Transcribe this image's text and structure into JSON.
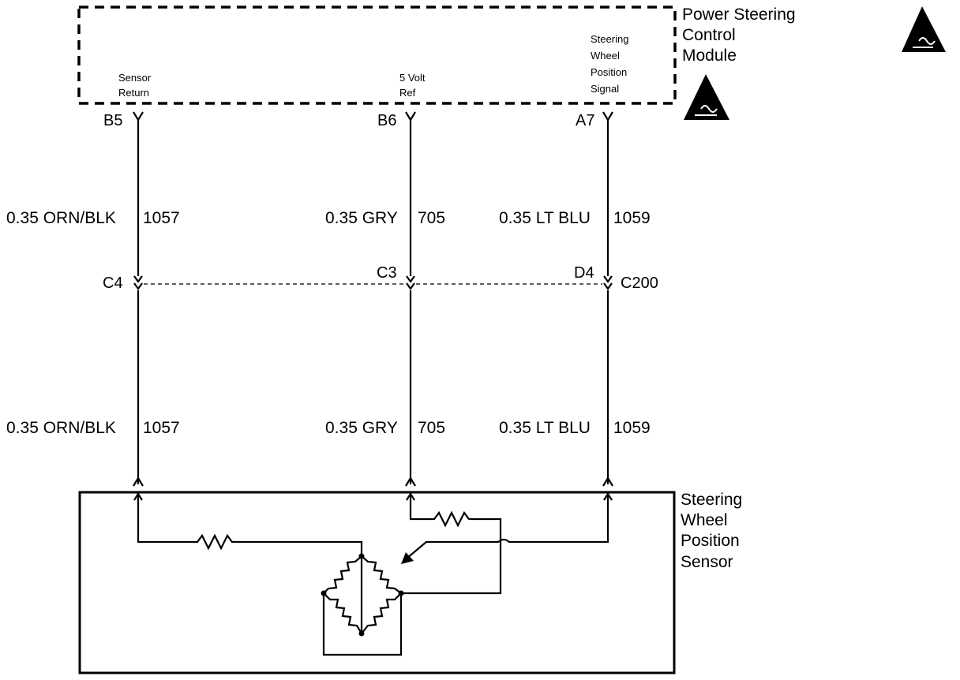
{
  "module": {
    "name_lines": [
      "Power Steering",
      "Control",
      "Module"
    ],
    "circuits": [
      {
        "label_lines": [
          "Sensor",
          "Return"
        ],
        "pin": "B5",
        "wire": "0.35 ORN/BLK",
        "circuit_no": "1057",
        "connector_pin": "C4"
      },
      {
        "label_lines": [
          "5 Volt",
          "Ref"
        ],
        "pin": "B6",
        "wire": "0.35 GRY",
        "circuit_no": "705",
        "connector_pin": "C3"
      },
      {
        "label_lines": [
          "Steering",
          "Wheel",
          "Position",
          "Signal"
        ],
        "pin": "A7",
        "wire": "0.35 LT BLU",
        "circuit_no": "1059",
        "connector_pin": "D4"
      }
    ]
  },
  "connector": {
    "name": "C200"
  },
  "sensor": {
    "name_lines": [
      "Steering",
      "Wheel",
      "Position",
      "Sensor"
    ]
  },
  "icons": [
    "esd-warning-icon",
    "esd-warning-icon"
  ]
}
